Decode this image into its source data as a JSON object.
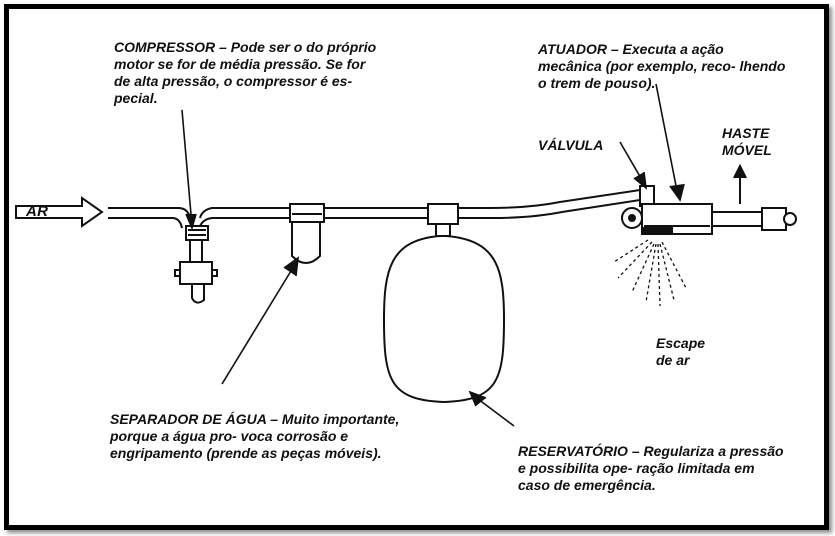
{
  "labels": {
    "ar": "AR",
    "compressor_title": "COMPRESSOR",
    "compressor_text": " – Pode ser o do próprio motor se for de média pressão. Se for de alta pressão, o compressor é es- pecial.",
    "atuador_title": "ATUADOR",
    "atuador_text": " – Executa a ação mecânica (por exemplo, reco- lhendo o trem de pouso).",
    "valvula": "VÁLVULA",
    "haste": "HASTE\nMÓVEL",
    "escape": "Escape\nde ar",
    "separador_title": "SEPARADOR DE ÁGUA",
    "separador_text": " – Muito importante, porque a água pro- voca corrosão e engripamento (prende as peças móveis).",
    "reservatorio_title": "RESERVATÓRIO",
    "reservatorio_text": " – Regulariza a pressão e possibilita ope- ração limitada em caso de emergência."
  }
}
